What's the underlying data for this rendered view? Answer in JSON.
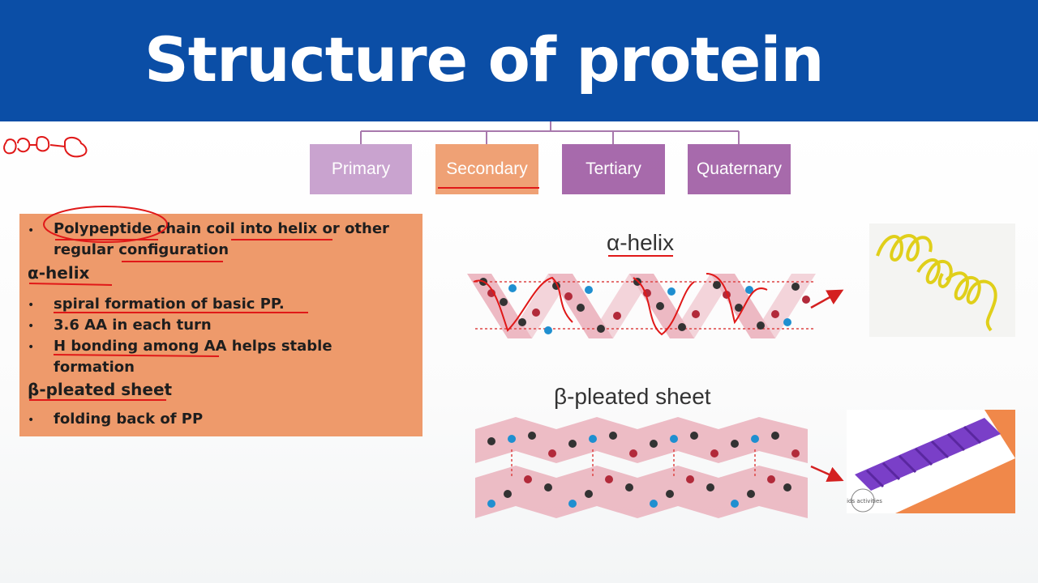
{
  "header": {
    "title": "Structure of protein"
  },
  "categories": [
    {
      "label": "Primary"
    },
    {
      "label": "Secondary"
    },
    {
      "label": "Tertiary"
    },
    {
      "label": "Quaternary"
    }
  ],
  "notes": {
    "line1a": "Polypeptide chain coil into helix or other",
    "line1b": "regular configuration",
    "alpha_heading": "α-helix",
    "alpha_points": [
      "spiral formation of basic PP.",
      "3.6 AA in each turn",
      "H bonding among AA helps  stable",
      "formation"
    ],
    "beta_heading": "β-pleated sheet",
    "beta_points": [
      "folding back of PP"
    ]
  },
  "diagram": {
    "alpha_label": "α-helix",
    "beta_label": "β-pleated sheet"
  },
  "photos": {
    "watermark": "kids activities"
  },
  "colors": {
    "banner": "#0b4ea6",
    "primary": "#c59ccc",
    "secondary": "#ee9a6a",
    "tertiary": "#a05ea5",
    "annotation": "#e01818"
  }
}
